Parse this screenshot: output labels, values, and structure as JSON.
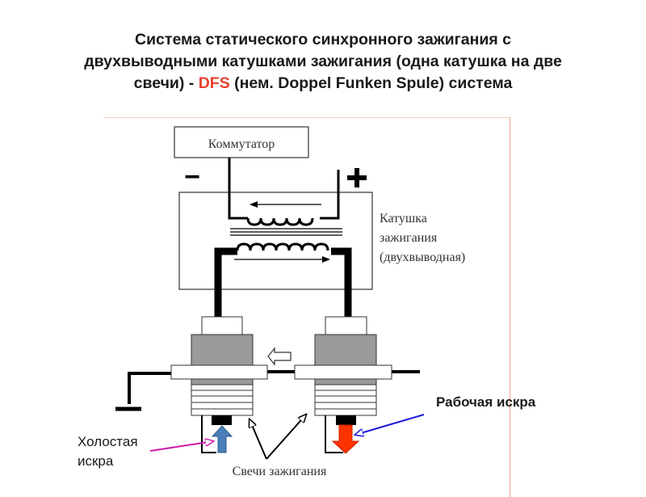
{
  "title": {
    "line1": "Система статического синхронного зажигания с",
    "line2": "двухвыводными катушками зажигания (одна катушка на две",
    "line3_prefix": "свечи) - ",
    "line3_accent": "DFS",
    "line3_suffix": " (нем. Doppel Funken Spule) система",
    "accent_color": "#e8412a"
  },
  "diagram": {
    "commutator_label": "Коммутатор",
    "minus_sign": "−",
    "plus_sign": "+",
    "coil_label_line1": "Катушка",
    "coil_label_line2": "зажигания",
    "coil_label_line3": "(двухвыводная)",
    "plugs_label": "Свечи зажигания",
    "idle_spark_label_line1": "Холостая",
    "idle_spark_label_line2": "искра",
    "working_spark_label": "Рабочая искра",
    "colors": {
      "idle_spark_arrow": "#4a7fb8",
      "working_spark_arrow": "#ff3300",
      "idle_pointer": "#cc1aa8",
      "working_pointer": "#1a1adb",
      "plug_body": "#9a9a9a",
      "frame_border": "#ef9d8f"
    },
    "icons": {
      "ground": "ground-symbol",
      "current_direction_primary": "arrow-left",
      "current_direction_secondary": "arrow-right",
      "spark_direction_between_plugs": "hollow-arrow-left",
      "idle_spark": "arrow-up",
      "working_spark": "arrow-down"
    }
  }
}
